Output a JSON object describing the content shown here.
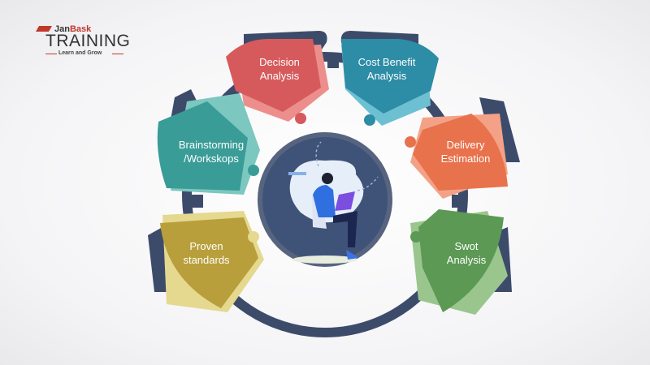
{
  "logo": {
    "brand_part1": "Jan",
    "brand_part2": "Bask",
    "name": "TRAINING",
    "tagline": "Learn and Grow"
  },
  "segments": [
    {
      "line1": "Decision",
      "line2": "Analysis",
      "color": "#d65a5c"
    },
    {
      "line1": "Cost Benefit",
      "line2": "Analysis",
      "color": "#2d8ca6"
    },
    {
      "line1": "Brainstorming",
      "line2": "/Workskops",
      "color": "#3a9c97"
    },
    {
      "line1": "Delivery",
      "line2": "Estimation",
      "color": "#e8724c"
    },
    {
      "line1": "Proven",
      "line2": "standards",
      "color": "#b89f3c"
    },
    {
      "line1": "Swot",
      "line2": "Analysis",
      "color": "#5c9954"
    }
  ],
  "colors": {
    "ring": "#3d4b6b",
    "center": "#3f5378"
  }
}
